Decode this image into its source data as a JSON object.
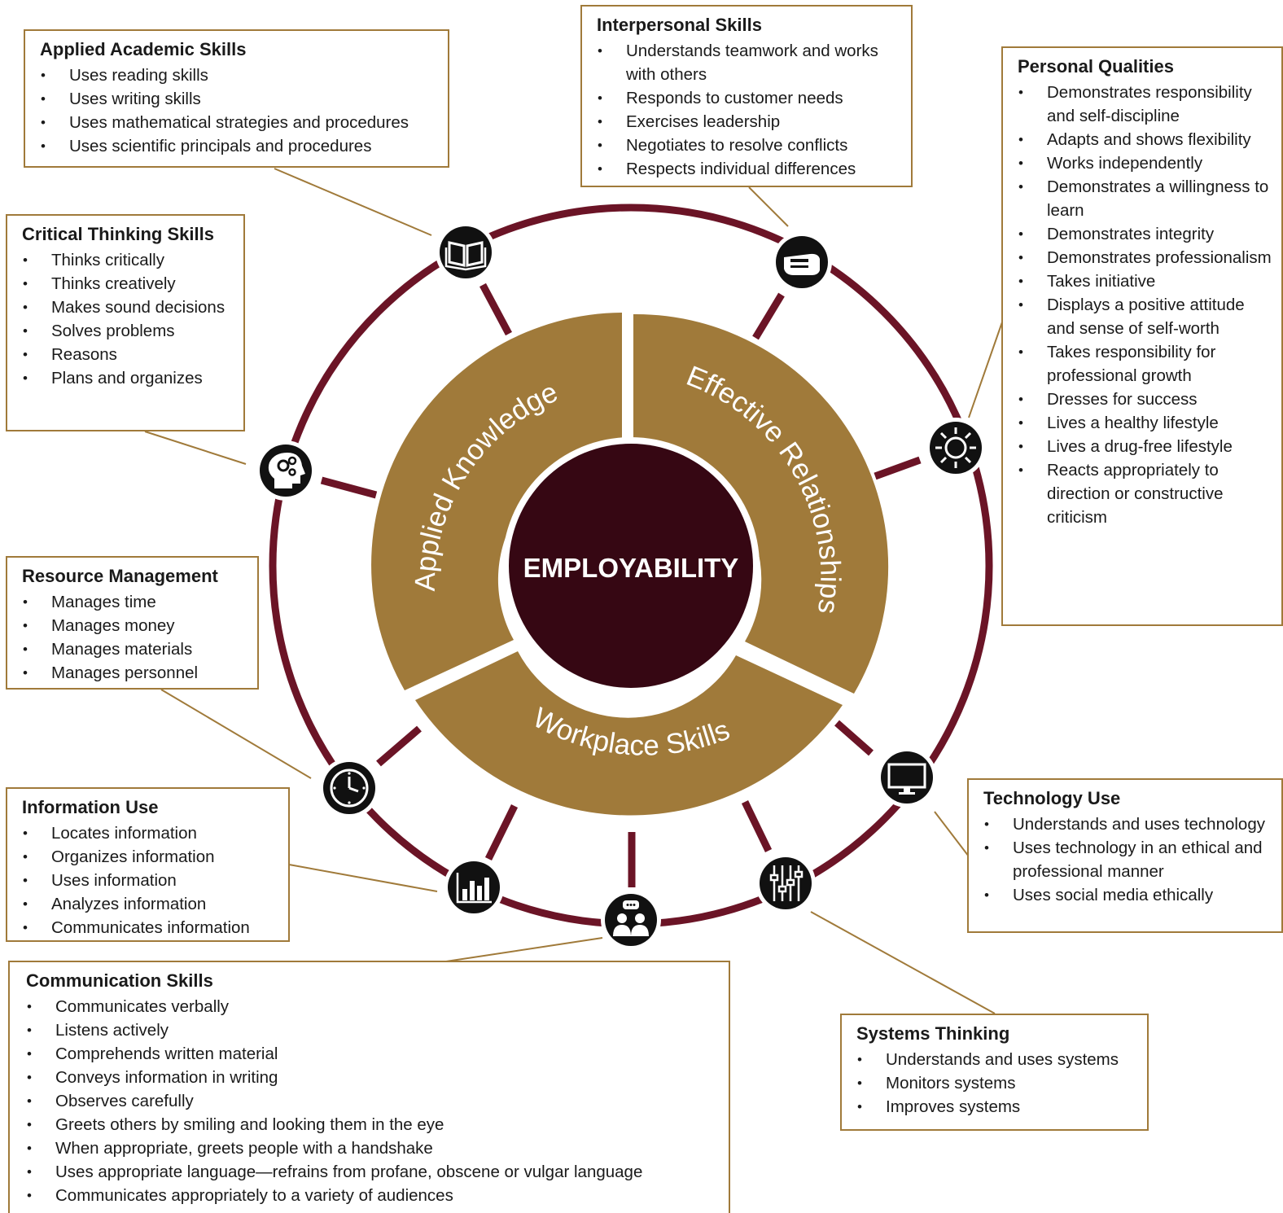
{
  "center": {
    "title": "EMPLOYABILITY"
  },
  "ring_segments": [
    {
      "id": "applied",
      "label": "Applied Knowledge"
    },
    {
      "id": "effective",
      "label": "Effective Relationships"
    },
    {
      "id": "workplace",
      "label": "Workplace Skills"
    }
  ],
  "icons": [
    {
      "id": "academic",
      "icon": "book-icon"
    },
    {
      "id": "interpersonal",
      "icon": "hand-icon"
    },
    {
      "id": "personal",
      "icon": "sun-icon"
    },
    {
      "id": "technology",
      "icon": "monitor-icon"
    },
    {
      "id": "systems",
      "icon": "sliders-icon"
    },
    {
      "id": "communication",
      "icon": "people-talking-icon"
    },
    {
      "id": "information",
      "icon": "bar-chart-icon"
    },
    {
      "id": "resource",
      "icon": "clock-icon"
    },
    {
      "id": "critical",
      "icon": "head-gears-icon"
    }
  ],
  "colors": {
    "maroon": "#6b1426",
    "gold": "#a07a3a",
    "center": "#360713",
    "icon_bg": "#111111"
  },
  "boxes": [
    {
      "id": "academic",
      "title": "Applied Academic Skills",
      "items": [
        "Uses reading skills",
        "Uses writing skills",
        "Uses mathematical strategies and procedures",
        "Uses scientific principals and procedures"
      ]
    },
    {
      "id": "interpersonal",
      "title": "Interpersonal Skills",
      "items": [
        "Understands teamwork and works with others",
        "Responds to customer needs",
        "Exercises leadership",
        "Negotiates to resolve conflicts",
        "Respects individual differences"
      ]
    },
    {
      "id": "personal",
      "title": "Personal Qualities",
      "items": [
        "Demonstrates responsibility and self-discipline",
        "Adapts and shows flexibility",
        "Works independently",
        "Demonstrates a willingness to learn",
        "Demonstrates integrity",
        "Demonstrates professionalism",
        "Takes initiative",
        "Displays a positive attitude and sense of self-worth",
        "Takes responsibility for professional growth",
        "Dresses for success",
        "Lives a healthy lifestyle",
        "Lives a drug-free lifestyle",
        "Reacts appropriately to direction or constructive criticism"
      ]
    },
    {
      "id": "critical",
      "title": "Critical Thinking Skills",
      "items": [
        "Thinks critically",
        "Thinks creatively",
        "Makes sound decisions",
        "Solves problems",
        "Reasons",
        "Plans and organizes"
      ]
    },
    {
      "id": "resource",
      "title": "Resource Management",
      "items": [
        "Manages time",
        "Manages money",
        "Manages materials",
        "Manages personnel"
      ]
    },
    {
      "id": "information",
      "title": "Information Use",
      "items": [
        "Locates information",
        "Organizes information",
        "Uses information",
        "Analyzes information",
        "Communicates information"
      ]
    },
    {
      "id": "technology",
      "title": "Technology Use",
      "items": [
        "Understands and uses technology",
        "Uses technology in an ethical and professional manner",
        "Uses social media ethically"
      ]
    },
    {
      "id": "systems",
      "title": "Systems Thinking",
      "items": [
        "Understands and uses systems",
        "Monitors systems",
        "Improves systems"
      ]
    },
    {
      "id": "communication",
      "title": "Communication Skills",
      "items": [
        "Communicates verbally",
        "Listens actively",
        "Comprehends written material",
        "Conveys information in writing",
        "Observes carefully",
        "Greets others by smiling and looking them in the eye",
        "When appropriate, greets people with a handshake",
        "Uses appropriate language—refrains from profane, obscene or vulgar language",
        "Communicates appropriately to a variety of audiences"
      ]
    }
  ]
}
